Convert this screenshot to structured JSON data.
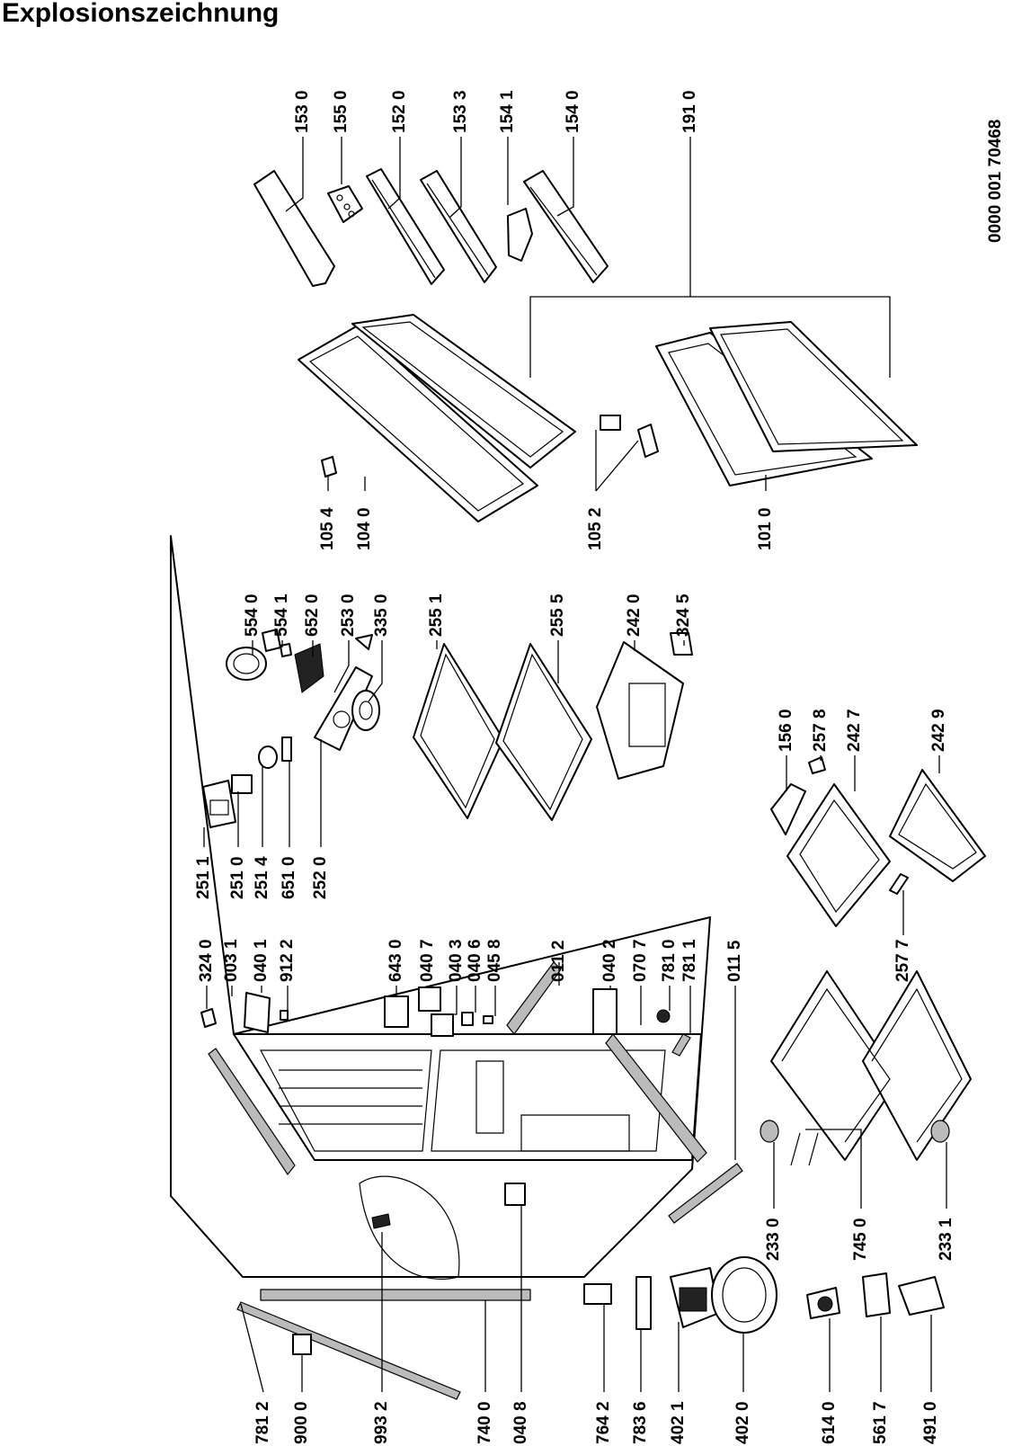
{
  "title": "Explosionszeichnung",
  "drawing_number": "0000 001 70468",
  "part_labels": [
    "153 0",
    "155 0",
    "152 0",
    "153 3",
    "154 1",
    "154 0",
    "191 0",
    "105 4",
    "104 0",
    "105 2",
    "101 0",
    "554 0",
    "554 1",
    "652 0",
    "253 0",
    "335 0",
    "255 1",
    "255 5",
    "242 0",
    "324 5",
    "251 1",
    "251 0",
    "251 4",
    "651 0",
    "252 0",
    "324 0",
    "003 1",
    "040 1",
    "912 2",
    "643 0",
    "040 7",
    "040 3",
    "040 6",
    "045 8",
    "011 2",
    "040 2",
    "070 7",
    "781 0",
    "781 1",
    "011 5",
    "156 0",
    "257 8",
    "242 7",
    "242 9",
    "257 7",
    "233 0",
    "745 0",
    "233 1",
    "781 2",
    "900 0",
    "993 2",
    "740 0",
    "040 8",
    "764 2",
    "783 6",
    "402 1",
    "402 0",
    "614 0",
    "561 7",
    "491 0"
  ]
}
